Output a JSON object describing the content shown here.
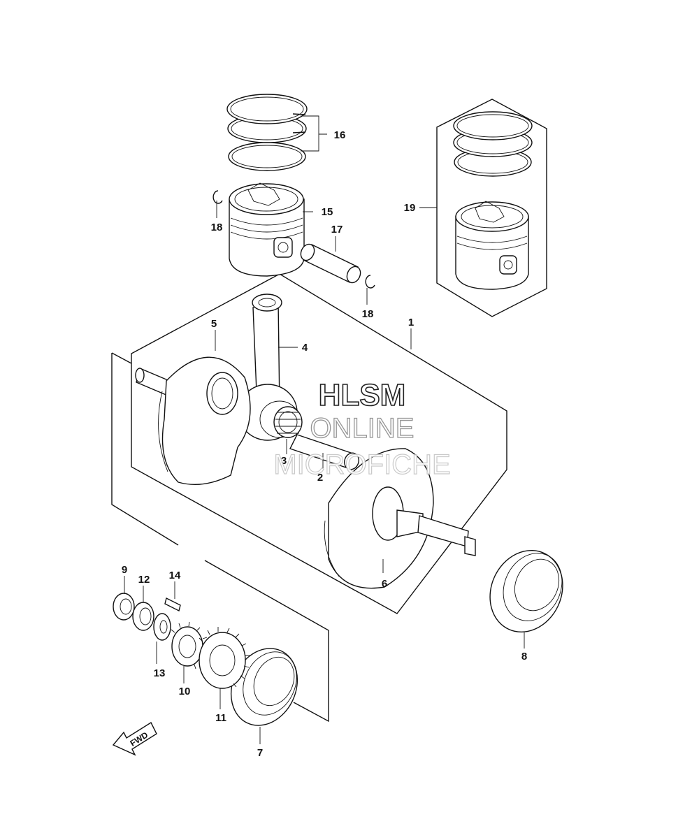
{
  "watermark": {
    "line1": "HLSM",
    "line2": "ONLINE",
    "line3": "MICROFICHE"
  },
  "fwd_badge": {
    "label": "FWD"
  },
  "part_labels": {
    "p1": "1",
    "p2": "2",
    "p3": "3",
    "p4": "4",
    "p5": "5",
    "p6": "6",
    "p7": "7",
    "p8": "8",
    "p9": "9",
    "p10": "10",
    "p11": "11",
    "p12": "12",
    "p13": "13",
    "p14": "14",
    "p15": "15",
    "p16": "16",
    "p17": "17",
    "p18a": "18",
    "p18b": "18",
    "p19": "19"
  }
}
